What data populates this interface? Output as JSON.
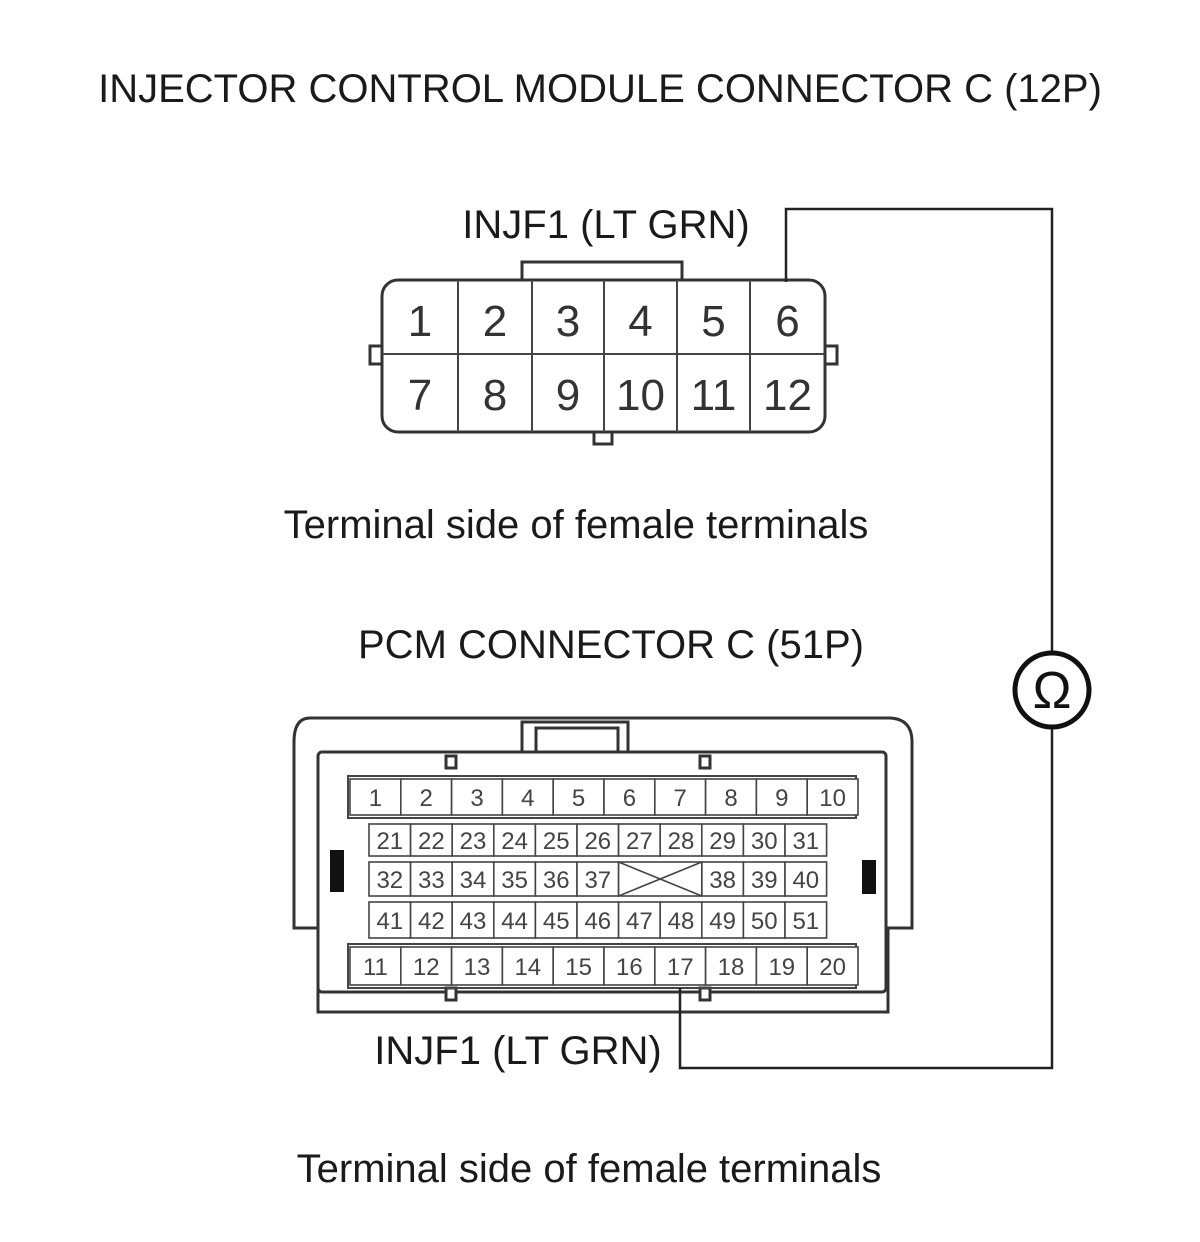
{
  "title": "INJECTOR CONTROL MODULE CONNECTOR C (12P)",
  "connector_12p": {
    "wire_label": "INJF1 (LT GRN)",
    "top_row": [
      "1",
      "2",
      "3",
      "4",
      "5",
      "6"
    ],
    "bottom_row": [
      "7",
      "8",
      "9",
      "10",
      "11",
      "12"
    ],
    "caption": "Terminal side of female terminals"
  },
  "pcm": {
    "title": "PCM CONNECTOR C (51P)",
    "row1": [
      "1",
      "2",
      "3",
      "4",
      "5",
      "6",
      "7",
      "8",
      "9",
      "10"
    ],
    "row2": [
      "21",
      "22",
      "23",
      "24",
      "25",
      "26",
      "27",
      "28",
      "29",
      "30",
      "31"
    ],
    "row3_left": [
      "32",
      "33",
      "34",
      "35",
      "36",
      "37"
    ],
    "row3_right": [
      "38",
      "39",
      "40"
    ],
    "row4": [
      "41",
      "42",
      "43",
      "44",
      "45",
      "46",
      "47",
      "48",
      "49",
      "50",
      "51"
    ],
    "row5": [
      "11",
      "12",
      "13",
      "14",
      "15",
      "16",
      "17",
      "18",
      "19",
      "20"
    ],
    "wire_label": "INJF1 (LT GRN)",
    "caption": "Terminal side of female terminals"
  },
  "meter_symbol": "Ω"
}
